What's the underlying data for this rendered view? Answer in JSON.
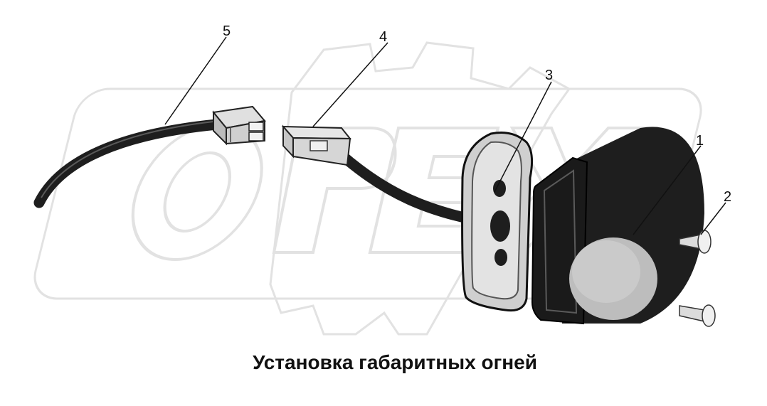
{
  "caption": "Установка габаритных огней",
  "watermark": "OPEX",
  "callouts": {
    "c1": "1",
    "c2": "2",
    "c3": "3",
    "c4": "4",
    "c5": "5"
  },
  "colors": {
    "background": "#ffffff",
    "watermark": "#e4e4e4",
    "part_dark": "#1e1e1e",
    "part_mid": "#8a8a8a",
    "part_light": "#d8d8d8"
  }
}
